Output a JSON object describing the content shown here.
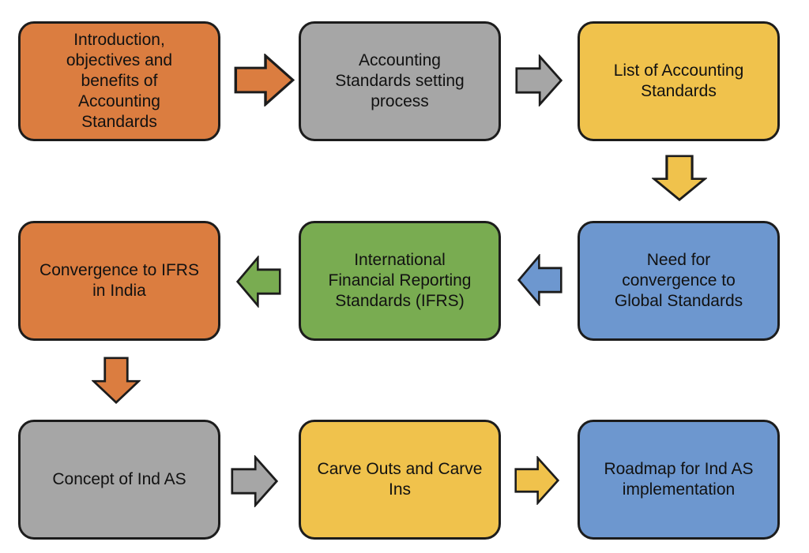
{
  "diagram": {
    "type": "flowchart",
    "background_color": "#ffffff",
    "outline_color": "#1c1c1c",
    "text_color": "#111111",
    "colors": {
      "orange": "#DB7D40",
      "gray": "#A6A6A6",
      "yellow": "#F0C24C",
      "blue": "#6D97CF",
      "green": "#79AC51"
    },
    "nodes": [
      {
        "id": "intro",
        "label": "Introduction,\nobjectives and\nbenefits of\nAccounting\nStandards",
        "color": "orange",
        "row": 1,
        "col": 1
      },
      {
        "id": "setting-process",
        "label": "Accounting\nStandards setting\nprocess",
        "color": "gray",
        "row": 1,
        "col": 2
      },
      {
        "id": "list-of-standards",
        "label": "List of Accounting\nStandards",
        "color": "yellow",
        "row": 1,
        "col": 3
      },
      {
        "id": "need-for-convergence",
        "label": "Need for\nconvergence to\nGlobal Standards",
        "color": "blue",
        "row": 2,
        "col": 3
      },
      {
        "id": "ifrs",
        "label": "International\nFinancial Reporting\nStandards (IFRS)",
        "color": "green",
        "row": 2,
        "col": 2
      },
      {
        "id": "convergence-to-ifrs-india",
        "label": "Convergence to IFRS\nin India",
        "color": "orange",
        "row": 2,
        "col": 1
      },
      {
        "id": "concept-of-ind-as",
        "label": "Concept of Ind AS",
        "color": "gray",
        "row": 3,
        "col": 1
      },
      {
        "id": "carve-outs-ins",
        "label": "Carve Outs and Carve\nIns",
        "color": "yellow",
        "row": 3,
        "col": 2
      },
      {
        "id": "roadmap-ind-as",
        "label": "Roadmap for Ind AS\nimplementation",
        "color": "blue",
        "row": 3,
        "col": 3
      }
    ],
    "arrows": [
      {
        "from": "intro",
        "to": "setting-process",
        "direction": "right",
        "color": "orange"
      },
      {
        "from": "setting-process",
        "to": "list-of-standards",
        "direction": "right",
        "color": "gray"
      },
      {
        "from": "list-of-standards",
        "to": "need-for-convergence",
        "direction": "down",
        "color": "yellow"
      },
      {
        "from": "need-for-convergence",
        "to": "ifrs",
        "direction": "left",
        "color": "blue"
      },
      {
        "from": "ifrs",
        "to": "convergence-to-ifrs-india",
        "direction": "left",
        "color": "green"
      },
      {
        "from": "convergence-to-ifrs-india",
        "to": "concept-of-ind-as",
        "direction": "down",
        "color": "orange"
      },
      {
        "from": "concept-of-ind-as",
        "to": "carve-outs-ins",
        "direction": "right",
        "color": "gray"
      },
      {
        "from": "carve-outs-ins",
        "to": "roadmap-ind-as",
        "direction": "right",
        "color": "yellow"
      }
    ]
  }
}
